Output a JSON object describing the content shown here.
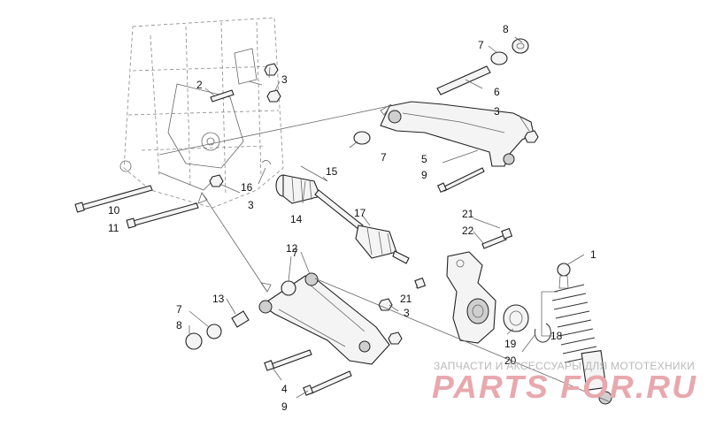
{
  "callouts": [
    {
      "id": "c1",
      "text": "1"
    },
    {
      "id": "c2",
      "text": "2"
    },
    {
      "id": "c3a",
      "text": "3"
    },
    {
      "id": "c3b",
      "text": "3"
    },
    {
      "id": "c3c",
      "text": "3"
    },
    {
      "id": "c3d",
      "text": "3"
    },
    {
      "id": "c4",
      "text": "4"
    },
    {
      "id": "c5",
      "text": "5"
    },
    {
      "id": "c6",
      "text": "6"
    },
    {
      "id": "c7a",
      "text": "7"
    },
    {
      "id": "c7b",
      "text": "7"
    },
    {
      "id": "c7c",
      "text": "7"
    },
    {
      "id": "c7d",
      "text": "7"
    },
    {
      "id": "c8a",
      "text": "8"
    },
    {
      "id": "c8b",
      "text": "8"
    },
    {
      "id": "c9a",
      "text": "9"
    },
    {
      "id": "c9b",
      "text": "9"
    },
    {
      "id": "c10",
      "text": "10"
    },
    {
      "id": "c11",
      "text": "11"
    },
    {
      "id": "c12",
      "text": "12"
    },
    {
      "id": "c13",
      "text": "13"
    },
    {
      "id": "c14",
      "text": "14"
    },
    {
      "id": "c15",
      "text": "15"
    },
    {
      "id": "c16",
      "text": "16"
    },
    {
      "id": "c17",
      "text": "17"
    },
    {
      "id": "c18",
      "text": "18"
    },
    {
      "id": "c19",
      "text": "19"
    },
    {
      "id": "c20",
      "text": "20"
    },
    {
      "id": "c21a",
      "text": "21"
    },
    {
      "id": "c21b",
      "text": "21"
    },
    {
      "id": "c22",
      "text": "22"
    }
  ],
  "watermark": {
    "caption": "ЗАПЧАСТИ И АКСЕССУАРЫ ДЛЯ МОТОТЕХНИКИ",
    "brand": "PARTS FOR.RU"
  },
  "colors": {
    "line": "#333333",
    "watermark_brand": "#e8a8ad",
    "watermark_caption": "#b9b9b9",
    "background": "#ffffff"
  }
}
